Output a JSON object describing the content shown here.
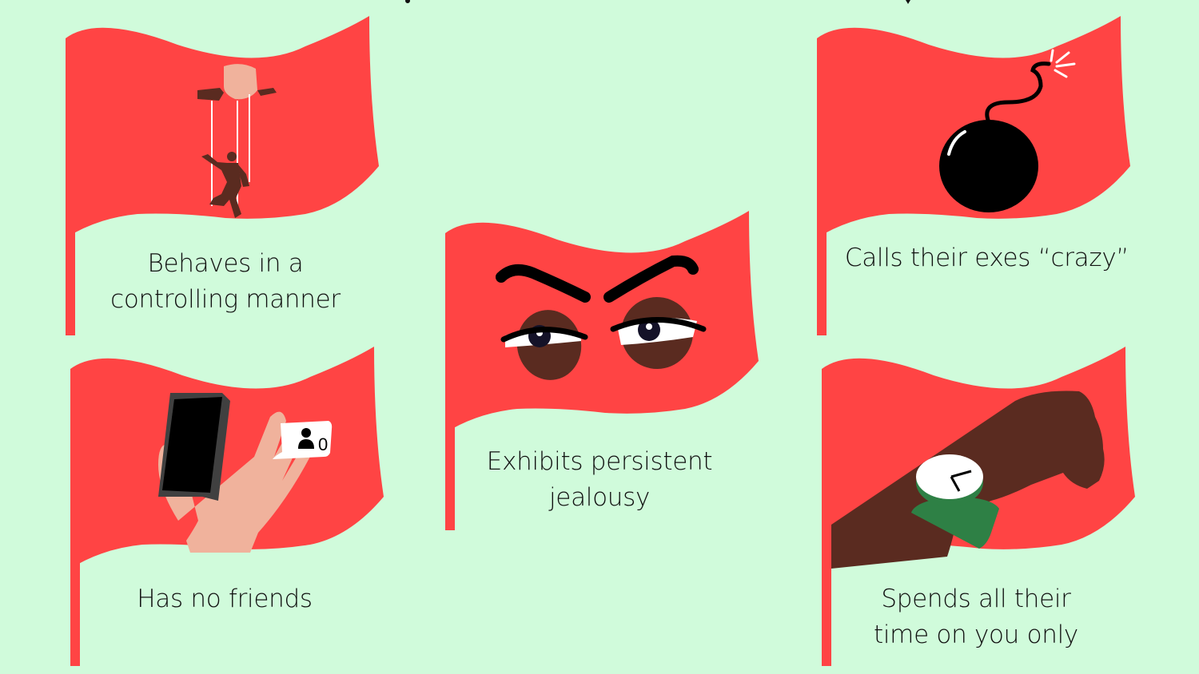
{
  "colors": {
    "background": "#d0fbdb",
    "flag": "#ff4444",
    "text": "#111111",
    "skin_light": "#f0b29c",
    "skin_dark": "#5a2b20",
    "watch_band": "#2e8045"
  },
  "flags": [
    {
      "id": "controlling",
      "icon": "puppet-icon",
      "caption_lines": [
        "Behaves in a",
        "controlling manner"
      ]
    },
    {
      "id": "jealousy",
      "icon": "angry-eyes-icon",
      "caption_lines": [
        "Exhibits persistent",
        "jealousy"
      ]
    },
    {
      "id": "crazy-exes",
      "icon": "bomb-icon",
      "caption_lines": [
        "Calls their exes “crazy”"
      ]
    },
    {
      "id": "no-friends",
      "icon": "phone-hand-icon",
      "caption_lines": [
        "Has no friends"
      ],
      "friend_count": "0"
    },
    {
      "id": "time",
      "icon": "wristwatch-icon",
      "caption_lines": [
        "Spends all their",
        "time on you only"
      ]
    }
  ]
}
